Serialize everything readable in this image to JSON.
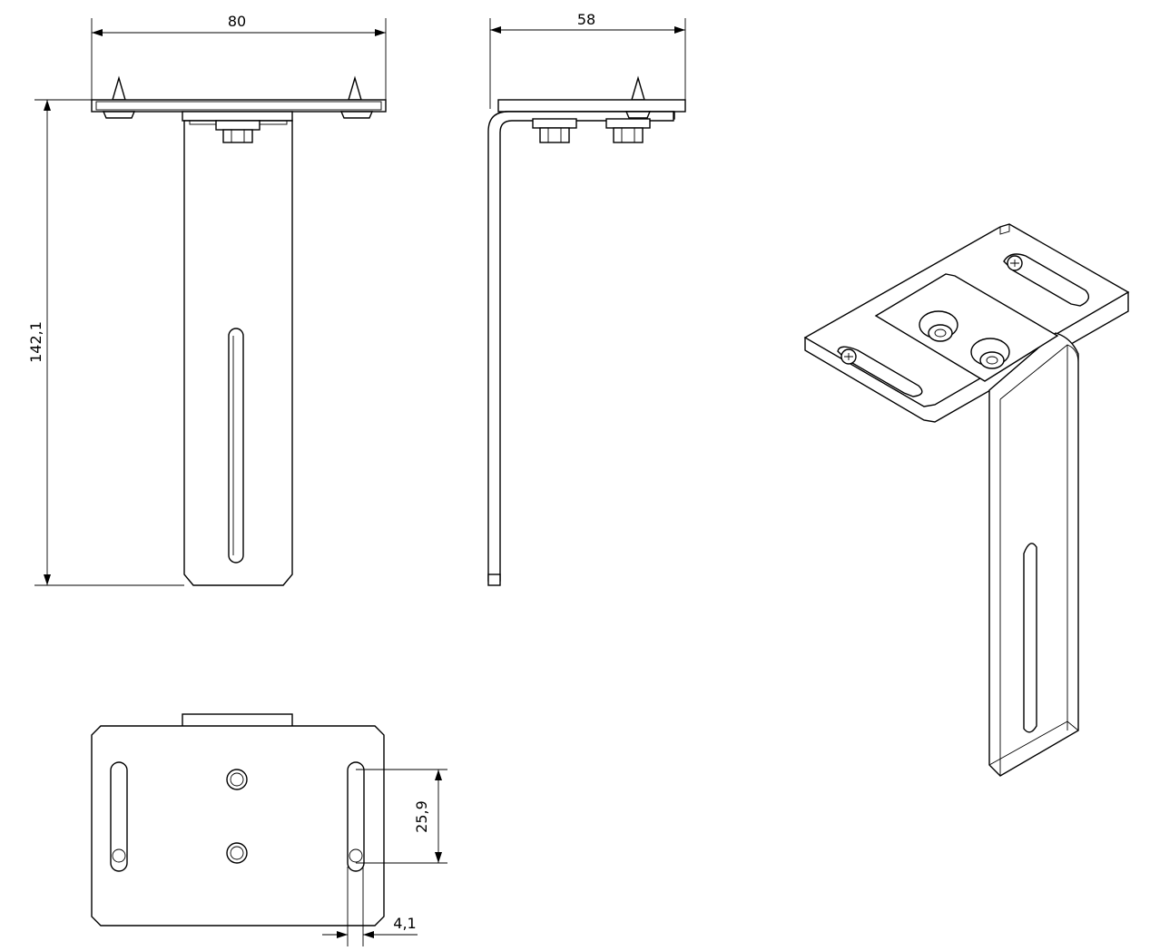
{
  "drawing": {
    "views": [
      "front",
      "side",
      "bottom",
      "isometric"
    ],
    "dimensions": {
      "width": "80",
      "depth": "58",
      "height": "142,1",
      "slot_spacing": "25,9",
      "slot_width": "4,1"
    },
    "line_color": "#000000",
    "background": "#ffffff"
  }
}
